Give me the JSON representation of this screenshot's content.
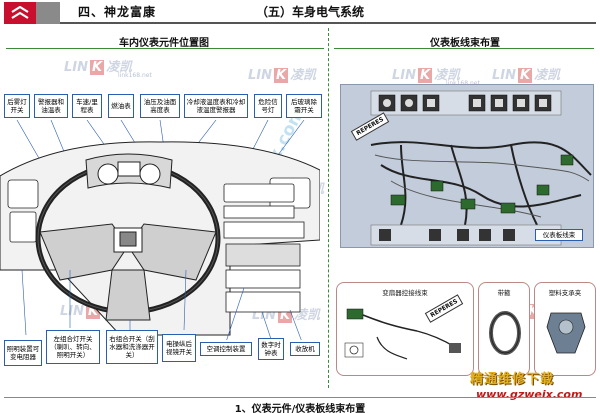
{
  "header": {
    "section": "四、神龙富康",
    "subsection": "（五）车身电气系统"
  },
  "left_panel": {
    "title": "车内仪表元件位置图",
    "top_labels": [
      "后雾灯开关",
      "警报器和油温表",
      "车速/里程表",
      "燃油表",
      "油压及油面高度表",
      "冷却液温度表和冷却液温度警报器",
      "危险信号灯",
      "后玻璃除霜开关"
    ],
    "bottom_labels": [
      "照明装置可变电阻器",
      "左组合灯开关（喇叭、转向、照明开关）",
      "右组合开关（刮水器和洗涤器开关）",
      "电操纵后视镜开关",
      "空调控制装置",
      "数字时钟表",
      "收放机"
    ]
  },
  "right_panel": {
    "title": "仪表板线束布置",
    "photo_label_reperes": "REPERES",
    "harness_label": "仪表板线束",
    "inset_transmission": "变扇器控接线束",
    "inset_reperes": "REPERES",
    "inset_strap": "带箍",
    "inset_bracket": "塑料支承夹"
  },
  "watermarks": {
    "link": "LINK 凌凯",
    "link_k": "K",
    "link_left": "LIN",
    "link_right": "凌凯",
    "link_url": "link168.net",
    "diagonal": "www.gzweix.com"
  },
  "footer": {
    "caption": "1、仪表元件/仪表板线束布置",
    "brand_cn": "精通维修下载",
    "brand_url": "www.gzweix.com"
  },
  "colors": {
    "brand_red": "#c8102e",
    "label_border": "#2a5fb0",
    "divider_green": "#3a8a3a"
  }
}
